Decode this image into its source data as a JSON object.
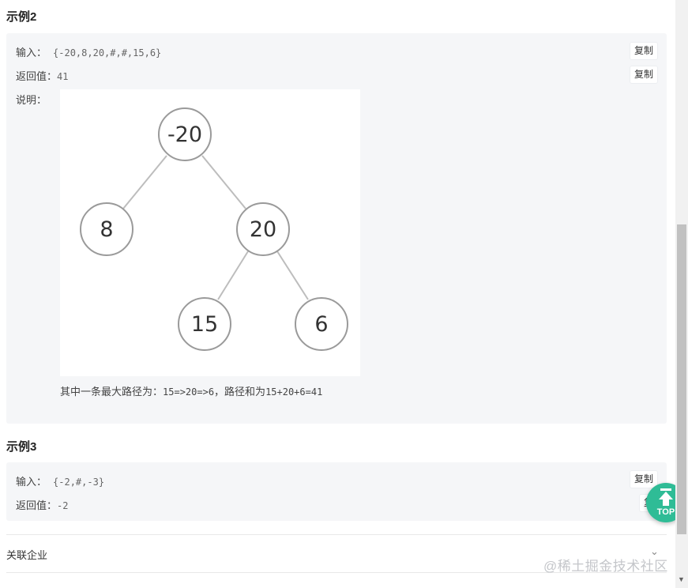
{
  "example2": {
    "heading": "示例2",
    "input_label": "输入：",
    "input_value": "{-20,8,20,#,#,15,6}",
    "output_label": "返回值：",
    "output_value": "41",
    "explain_label": "说明：",
    "copy_label": "复制",
    "tree": {
      "nodes": [
        "-20",
        "8",
        "20",
        "15",
        "6"
      ]
    },
    "explain_text_cn": "其中一条最大路径为：",
    "explain_mono1": "15=>20=>6",
    "explain_text_cn2": "，路径和为",
    "explain_mono2": "15+20+6=41"
  },
  "example3": {
    "heading": "示例3",
    "input_label": "输入：",
    "input_value": "{-2,#,-3}",
    "output_label": "返回值：",
    "output_value": "-2",
    "copy_label": "复制",
    "copy_label_partial": "复"
  },
  "related": {
    "label": "关联企业",
    "chevron": "⌄"
  },
  "top_button": {
    "label": "TOP",
    "color": "#2fbc96"
  },
  "watermark": "@稀土掘金技术社区"
}
